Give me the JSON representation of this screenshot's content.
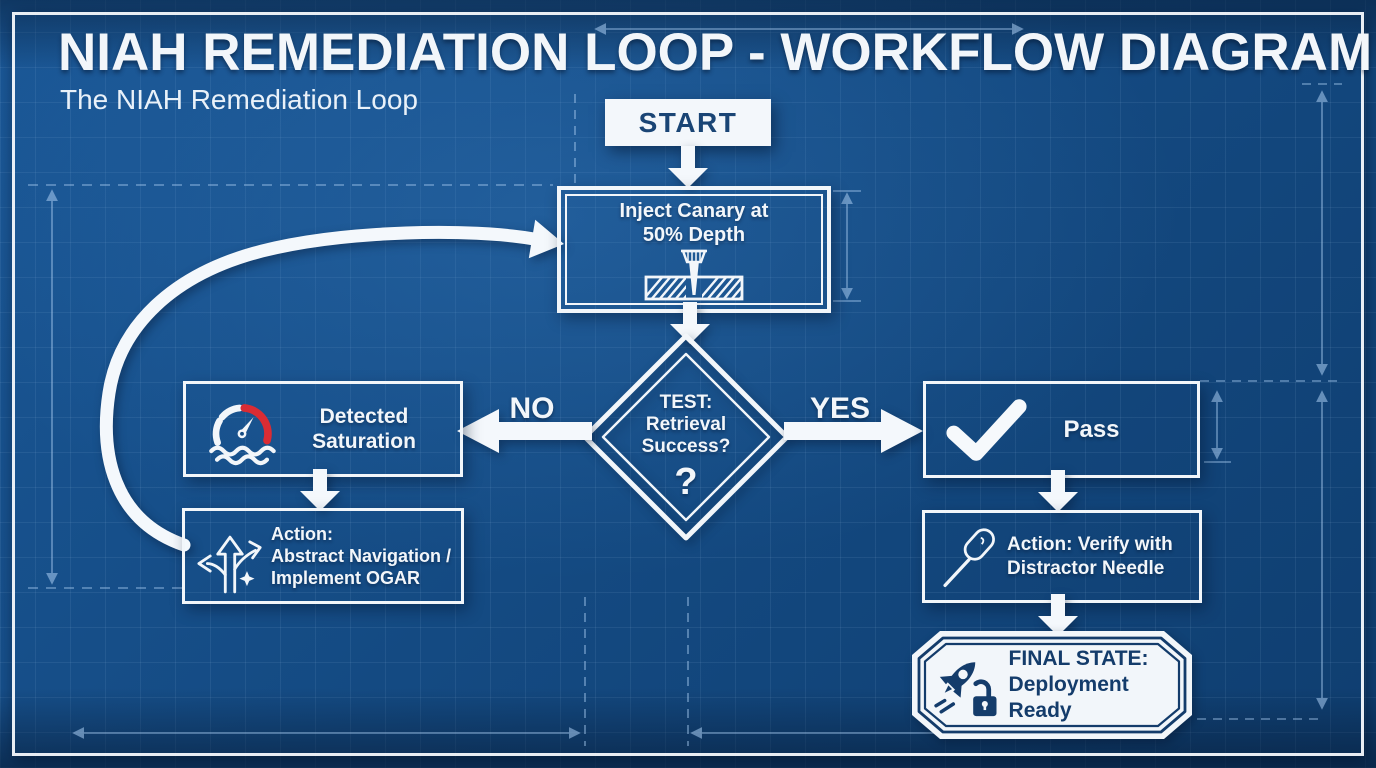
{
  "page": {
    "title": "NIAH REMEDIATION LOOP - WORKFLOW DIAGRAM",
    "subtitle": "The NIAH Remediation Loop"
  },
  "colors": {
    "background_blue": "#144a82",
    "line_white": "#f2f6fa",
    "navy_text": "#1a4575",
    "gauge_red": "#da2c34",
    "dimension_blue": "#aacdf2"
  },
  "flow": {
    "start": {
      "label": "START"
    },
    "inject": {
      "line1": "Inject Canary at",
      "line2": "50% Depth",
      "icon": "canary-inject-icon"
    },
    "decision": {
      "line1": "TEST:",
      "line2": "Retrieval",
      "line3": "Success?",
      "mark": "?"
    },
    "edges": {
      "no": "NO",
      "yes": "YES"
    },
    "saturation": {
      "line1": "Detected",
      "line2": "Saturation",
      "icon": "saturation-gauge-icon"
    },
    "ogar": {
      "line1": "Action:",
      "line2": "Abstract Navigation /",
      "line3": "Implement OGAR",
      "icon": "branching-paths-icon"
    },
    "pass": {
      "label": "Pass",
      "icon": "checkmark-icon"
    },
    "verify": {
      "line1": "Action: Verify with",
      "line2": "Distractor Needle",
      "icon": "distractor-needle-icon"
    },
    "final": {
      "line1": "FINAL STATE:",
      "line2": "Deployment Ready",
      "icon": "rocket-lock-icon"
    }
  }
}
